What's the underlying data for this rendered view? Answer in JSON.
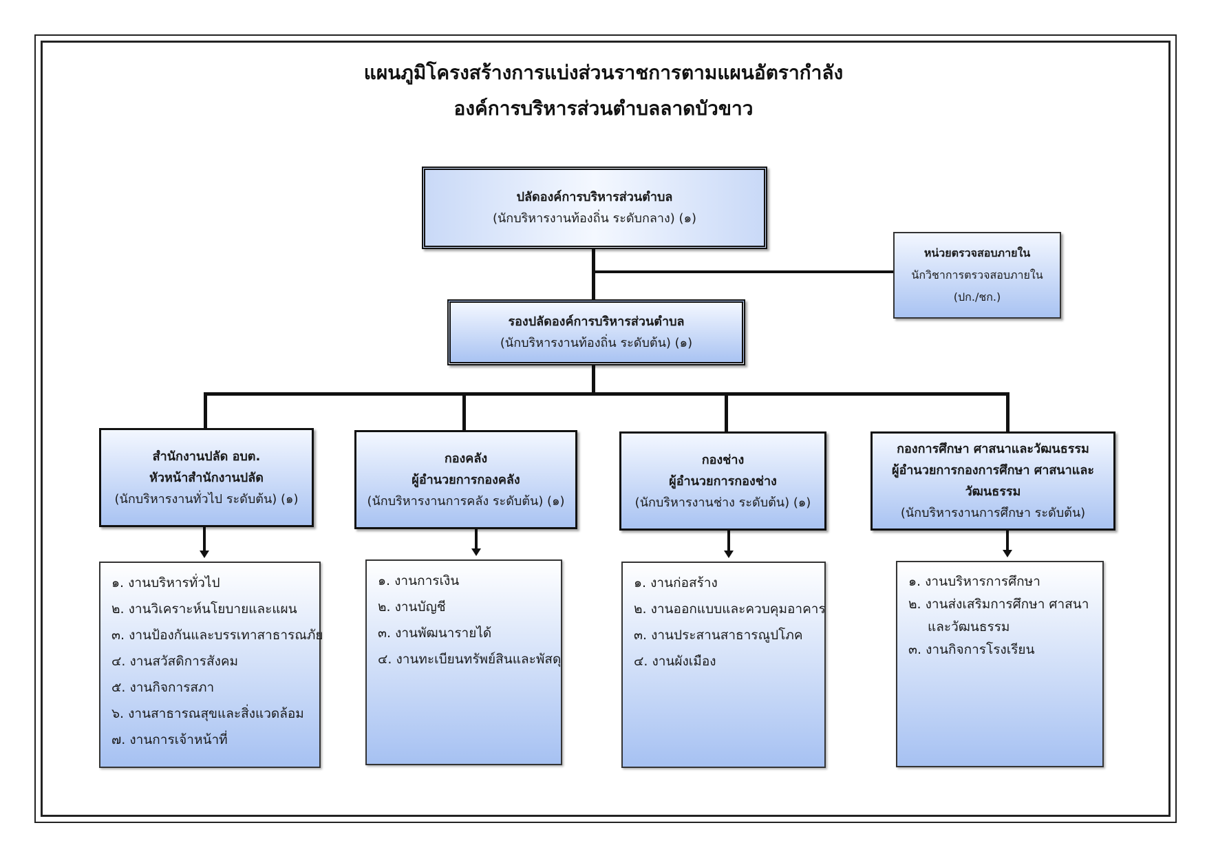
{
  "title": {
    "line1": "แผนภูมิโครงสร้างการแบ่งส่วนราชการตามแผนอัตรากำลัง",
    "line2": "องค์การบริหารส่วนตำบลลาดบัวขาว"
  },
  "top": {
    "name": "ปลัดองค์การบริหารส่วนตำบล",
    "position": "(นักบริหารงานท้องถิ่น ระดับกลาง) (๑)"
  },
  "audit": {
    "name": "หน่วยตรวจสอบภายใน",
    "position": "นักวิชาการตรวจสอบภายใน",
    "note": "(ปก./ชก.)"
  },
  "deputy": {
    "name": "รองปลัดองค์การบริหารส่วนตำบล",
    "position": "(นักบริหารงานท้องถิ่น ระดับต้น) (๑)"
  },
  "divisions": [
    {
      "name": "สำนักงานปลัด อบต.",
      "head": "หัวหน้าสำนักงานปลัด",
      "position": "(นักบริหารงานทั่วไป ระดับต้น) (๑)",
      "tasks": [
        "๑. งานบริหารทั่วไป",
        "๒. งานวิเคราะห์นโยบายและแผน",
        "๓. งานป้องกันและบรรเทาสาธารณภัย",
        "๔. งานสวัสดิการสังคม",
        "๕. งานกิจการสภา",
        "๖. งานสาธารณสุขและสิ่งแวดล้อม",
        "๗. งานการเจ้าหน้าที่"
      ]
    },
    {
      "name": "กองคลัง",
      "head": "ผู้อำนวยการกองคลัง",
      "position": "(นักบริหารงานการคลัง ระดับต้น) (๑)",
      "tasks": [
        "๑. งานการเงิน",
        "๒. งานบัญชี",
        "๓. งานพัฒนารายได้",
        "๔. งานทะเบียนทรัพย์สินและพัสดุ"
      ]
    },
    {
      "name": "กองช่าง",
      "head": "ผู้อำนวยการกองช่าง",
      "position": "(นักบริหารงานช่าง ระดับต้น) (๑)",
      "tasks": [
        "๑. งานก่อสร้าง",
        "๒. งานออกแบบและควบคุมอาคาร",
        "๓. งานประสานสาธารณูปโภค",
        "๔. งานผังเมือง"
      ]
    },
    {
      "name": "กองการศึกษา ศาสนาและวัฒนธรรม",
      "head_line1": "ผู้อำนวยการกองการศึกษา ศาสนาและ",
      "head_line2": "วัฒนธรรม",
      "position": "(นักบริหารงานการศึกษา ระดับต้น)",
      "tasks": [
        "๑. งานบริหารการศึกษา",
        "๒. งานส่งเสริมการศึกษา ศาสนา",
        "และวัฒนธรรม",
        "๓. งานกิจการโรงเรียน"
      ]
    }
  ]
}
